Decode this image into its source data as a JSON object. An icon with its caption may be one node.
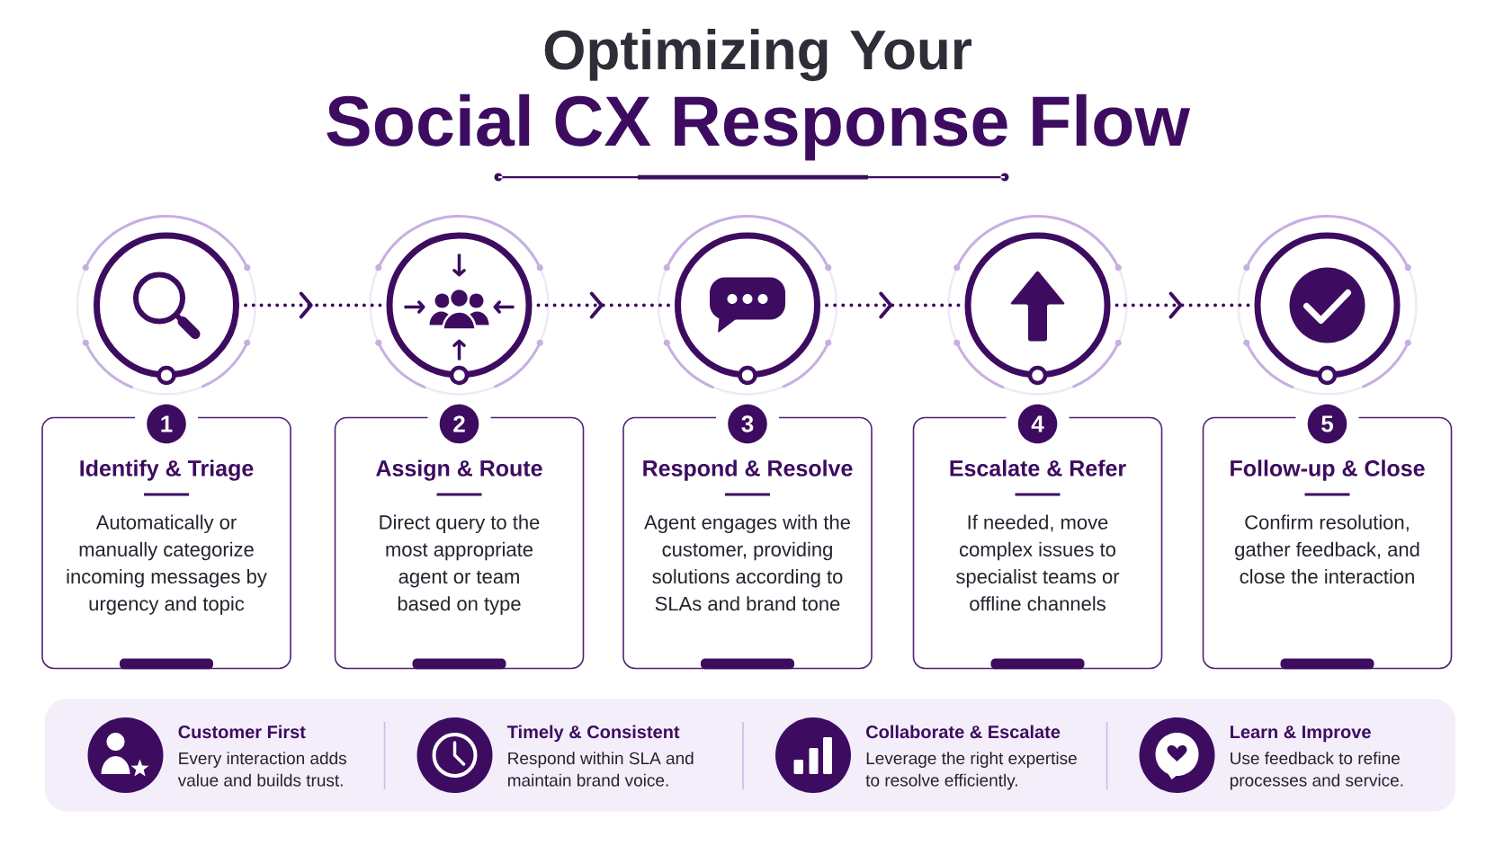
{
  "diagram": {
    "title": "Optimizing Your Social CX Response Flow",
    "nodes": [
      {
        "text": [],
        "shape": "circle"
      },
      {
        "text": [],
        "shape": "circle"
      },
      {
        "text": [],
        "shape": "circle"
      },
      {
        "text": [],
        "shape": "circle"
      },
      {
        "text": [],
        "shape": "circle"
      },
      {
        "text": [
          "1"
        ]
      },
      {
        "text": [
          "2"
        ]
      },
      {
        "text": [
          "3"
        ]
      },
      {
        "text": [
          "4"
        ]
      },
      {
        "text": [
          "5"
        ]
      },
      {
        "text": [
          "Identify & Triage",
          "Automatically or manually categorize incoming messages by urgency and topic"
        ]
      },
      {
        "text": [
          "Assign & Route",
          "Direct query to the most appropriate agent or team based on type"
        ]
      },
      {
        "text": [
          "Respond & Resolve",
          "Agent engages with the customer, providing solutions according to SLAs and brand tone"
        ]
      },
      {
        "text": [
          "Escalate & Refer",
          "If needed, move complex issues to specialist teams or offline channels"
        ]
      },
      {
        "text": [
          "Follow-up & Close",
          "Confirm resolution, gather feedback, and close the interaction"
        ]
      },
      {
        "text": [],
        "shape": "box"
      },
      {
        "text": [],
        "shape": "circle",
        "in": 15,
        "beside": [
          "Customer First",
          "Every interaction adds value and builds trust."
        ]
      },
      {
        "text": [],
        "shape": "circle",
        "in": 15,
        "beside": [
          "Timely & Consistent",
          "Respond within SLA and maintain brand voice."
        ]
      },
      {
        "text": [],
        "shape": "circle",
        "in": 15,
        "beside": [
          "Collaborate & Escalate",
          "Leverage the right expertise to resolve efficiently."
        ]
      },
      {
        "text": [],
        "shape": "circle",
        "in": 15,
        "beside": [
          "Learn & Improve",
          "Use feedback to refine processes and service."
        ]
      }
    ],
    "edges": [
      {
        "from": 0,
        "to": 1,
        "arrow": "to",
        "style": "dashed"
      },
      {
        "from": 1,
        "to": 2,
        "arrow": "to",
        "style": "dashed"
      },
      {
        "from": 2,
        "to": 3,
        "arrow": "to",
        "style": "dashed"
      },
      {
        "from": 3,
        "to": 4,
        "arrow": "to",
        "style": "dashed"
      }
    ]
  }
}
